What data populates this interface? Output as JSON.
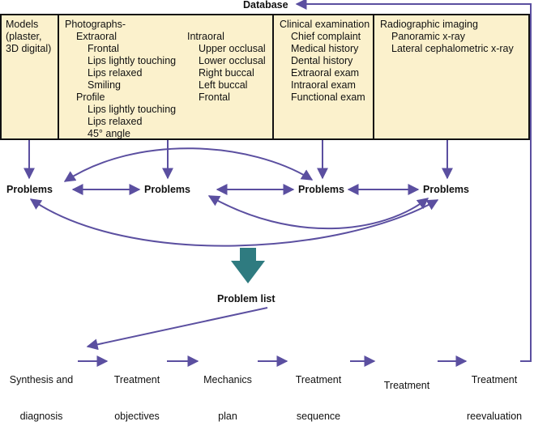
{
  "database": {
    "title": "Database"
  },
  "columns": [
    {
      "lines": [
        "Models",
        "(plaster,",
        "3D digital)"
      ]
    },
    {
      "lines": [
        "Photographs-",
        "Extraoral",
        "Frontal",
        "Lips lightly touching",
        "Lips relaxed",
        "Smiling",
        "Profile",
        "Lips lightly touching",
        "Lips relaxed",
        "45° angle"
      ],
      "intraoral": [
        "Intraoral",
        "Upper occlusal",
        "Lower occlusal",
        "Right buccal",
        "Left buccal",
        "Frontal"
      ]
    },
    {
      "lines": [
        "Clinical examination",
        "Chief complaint",
        "Medical history",
        "Dental history",
        "Extraoral exam",
        "Intraoral exam",
        "Functional exam"
      ]
    },
    {
      "lines": [
        "Radiographic imaging",
        "Panoramic x-ray",
        "Lateral cephalometric x-ray"
      ]
    }
  ],
  "problems": [
    "Problems",
    "Problems",
    "Problems",
    "Problems"
  ],
  "problem_list": "Problem list",
  "steps": [
    [
      "Synthesis and",
      "diagnosis"
    ],
    [
      "Treatment",
      "objectives"
    ],
    [
      "Mechanics",
      "plan"
    ],
    [
      "Treatment",
      "sequence"
    ],
    [
      "Treatment"
    ],
    [
      "Treatment",
      "reevaluation"
    ]
  ],
  "colors": {
    "box_fill": "#fbf1cc",
    "arrow": "#5b4fa0",
    "big_arrow": "#2f7b80",
    "border": "#111111"
  }
}
